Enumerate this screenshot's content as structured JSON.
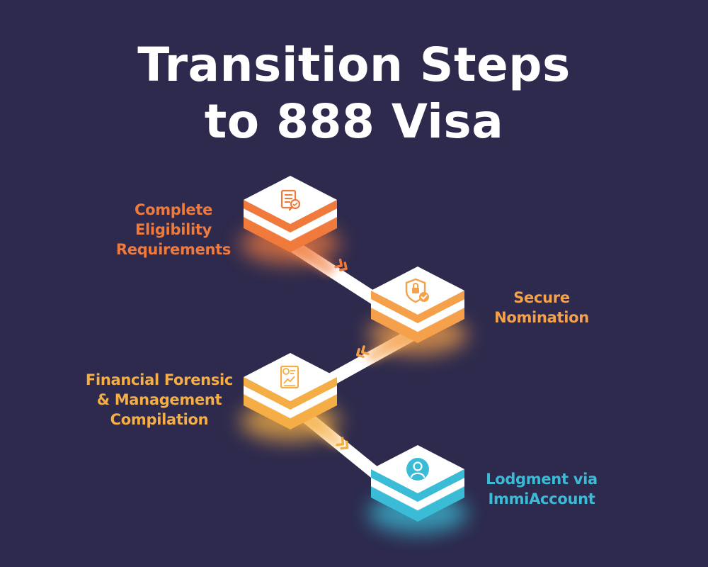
{
  "title": {
    "line1": "Transition Steps",
    "line2": "to 888 Visa"
  },
  "colors": {
    "background": "#2d2a4d",
    "step1": "#f07a3c",
    "step2": "#f5a04a",
    "step3": "#f5ae45",
    "step4": "#3bbcd6",
    "tile_top": "#ffffff",
    "connector": "#ffffff"
  },
  "steps": [
    {
      "id": "step-1",
      "icon": "document-search-icon",
      "label_lines": [
        "Complete",
        "Eligibility",
        "Requirements"
      ],
      "color": "#f07a3c"
    },
    {
      "id": "step-2",
      "icon": "shield-check-icon",
      "label_lines": [
        "Secure",
        "Nomination"
      ],
      "color": "#f5a04a"
    },
    {
      "id": "step-3",
      "icon": "financial-report-icon",
      "label_lines": [
        "Financial Forensic",
        "& Management",
        "Compilation"
      ],
      "color": "#f5ae45"
    },
    {
      "id": "step-4",
      "icon": "user-account-icon",
      "label_lines": [
        "Lodgment via",
        "ImmiAccount"
      ],
      "color": "#3bbcd6"
    }
  ],
  "connectors": [
    {
      "from": "step-1",
      "to": "step-2",
      "arrow": "chevron-double-icon"
    },
    {
      "from": "step-2",
      "to": "step-3",
      "arrow": "chevron-double-icon"
    },
    {
      "from": "step-3",
      "to": "step-4",
      "arrow": "chevron-double-icon"
    }
  ]
}
